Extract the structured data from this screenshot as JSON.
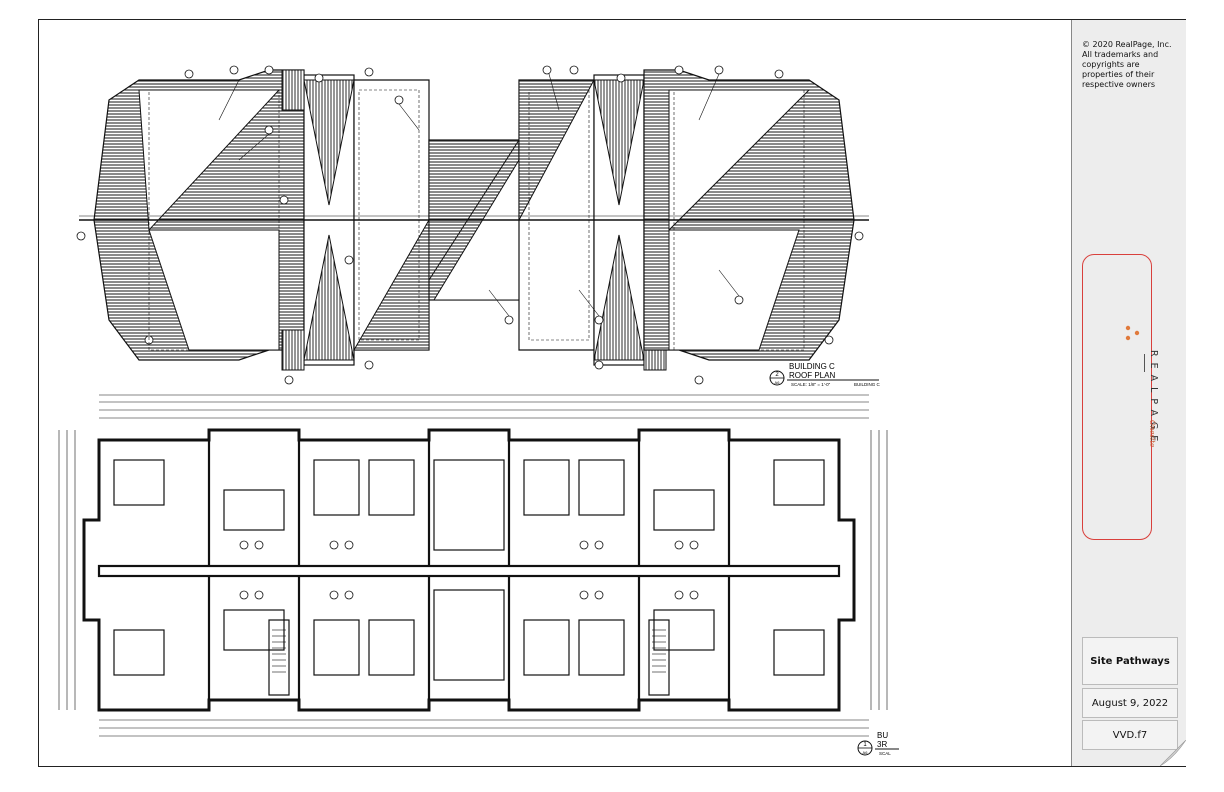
{
  "copyright": "© 2020 RealPage, Inc. All trademarks and copyrights are properties of their respective owners",
  "logo": {
    "wordmark": "REALPAGE",
    "tagline": "Onesite"
  },
  "drawing_labels": {
    "roof": {
      "number": "2",
      "title_line1": "BUILDING C",
      "title_line2": "ROOF PLAN",
      "sheet_ref": "A6",
      "scale": "SCALE: 1/8\" = 1'-0\"",
      "building": "BUILDING C"
    },
    "floor": {
      "number": "1",
      "title_line1": "BU",
      "title_line2": "3R",
      "sheet_ref": "A6",
      "scale": "SCAL"
    }
  },
  "title_block": {
    "project": "Site Pathways",
    "date": "August 9, 2022",
    "code": "VVD.f7"
  },
  "colors": {
    "highlight": "#d9403c",
    "logo_dots": "#e07a3c",
    "hatch": "#2b2b2b"
  }
}
